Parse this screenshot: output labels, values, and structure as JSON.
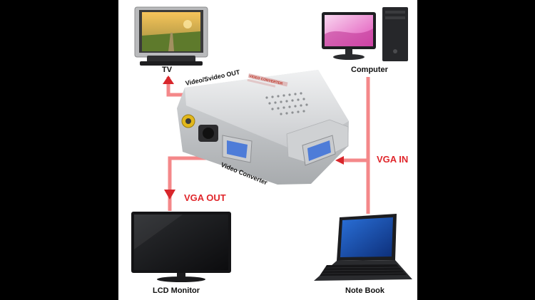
{
  "diagram": {
    "devices": {
      "tv": "TV",
      "computer": "Computer",
      "lcd_monitor": "LCD Monitor",
      "notebook": "Note Book"
    },
    "connections": {
      "video_out": "Video/Svideo OUT",
      "vga_in": "VGA IN",
      "vga_out": "VGA OUT",
      "converter": "Video Converter"
    },
    "box_print": "VIDEO CONVERTER",
    "colors": {
      "cable": "#f4888a",
      "arrow": "#d8262b",
      "label_red": "#e0262b",
      "box_silver": "#d4d6d8"
    }
  }
}
